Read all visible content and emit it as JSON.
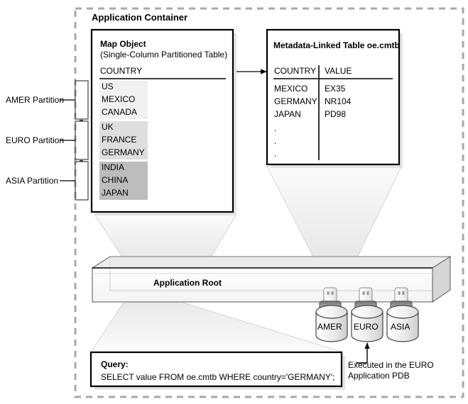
{
  "diagram": {
    "container_label": "Application Container",
    "map_object": {
      "title": "Map Object",
      "subtitle": "(Single-Column Partitioned Table)",
      "column_header": "COUNTRY",
      "partitions": [
        {
          "bracket_label": "AMER Partition",
          "name": "AMER",
          "fill": "#f1f1f1",
          "rows": [
            "US",
            "MEXICO",
            "CANADA"
          ]
        },
        {
          "bracket_label": "EURO Partition",
          "name": "EURO",
          "fill": "#dedede",
          "rows": [
            "UK",
            "FRANCE",
            "GERMANY"
          ]
        },
        {
          "bracket_label": "ASIA Partition",
          "name": "ASIA",
          "fill": "#bdbdbd",
          "rows": [
            "INDIA",
            "CHINA",
            "JAPAN"
          ]
        }
      ]
    },
    "metadata_table": {
      "title": "Metadata-Linked Table oe.cmtb",
      "columns": [
        "COUNTRY",
        "VALUE"
      ],
      "rows": [
        [
          "MEXICO",
          "EX35"
        ],
        [
          "GERMANY",
          "NR104"
        ],
        [
          "JAPAN",
          "PD98"
        ],
        [
          ".",
          ""
        ],
        [
          ".",
          ""
        ],
        [
          ".",
          ""
        ]
      ]
    },
    "application_root": {
      "label": "Application Root"
    },
    "pdbs": [
      {
        "label": "AMER"
      },
      {
        "label": "EURO"
      },
      {
        "label": "ASIA"
      }
    ],
    "query_box": {
      "title": "Query:",
      "statement": "SELECT value FROM oe.cmtb WHERE country='GERMANY';"
    },
    "annotation": {
      "line1": "Executed in the EURO",
      "line2": "Application PDB"
    },
    "colors": {
      "outline": "#000000",
      "dashed_border": "#a8a8a8",
      "funnel_fill": "#eeeeee",
      "slab_top": "#ebebeb",
      "slab_front": "#fafafa",
      "slab_side": "#d8d8d8",
      "cylinder_fill": "#f5f5f5"
    }
  }
}
